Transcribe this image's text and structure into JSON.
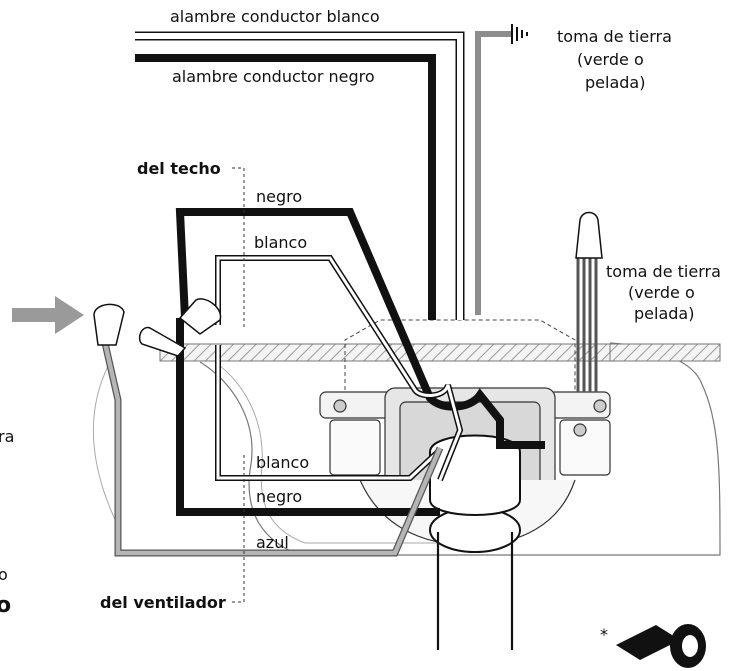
{
  "labels": {
    "white_conductor": "alambre conductor blanco",
    "black_conductor": "alambre conductor negro",
    "ground_top_line1": "toma de tierra",
    "ground_top_line2": "(verde o",
    "ground_top_line3": "pelada)",
    "ground_right_line1": "toma de tierra",
    "ground_right_line2": "(verde o",
    "ground_right_line3": "pelada)",
    "from_ceiling": "del techo",
    "from_fan": "del ventilador",
    "ceiling_black": "negro",
    "ceiling_white": "blanco",
    "fan_white": "blanco",
    "fan_black": "negro",
    "fan_blue": "azul",
    "tape_note": "*",
    "cut_left_ra": "ra",
    "cut_left_o": "o",
    "cut_left_bold_o": "o"
  },
  "colors": {
    "black_wire": "#111111",
    "white_wire": "#ffffff",
    "ground_wire": "#8c8c8c",
    "blue_wire": "#b5b5b5",
    "arrow": "#9a9a9a",
    "outline": "#333333"
  }
}
